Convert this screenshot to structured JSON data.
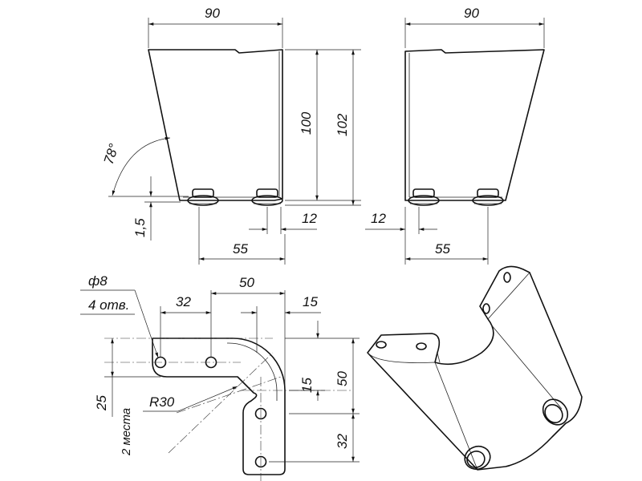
{
  "front_view": {
    "width": "90",
    "height_inner": "100",
    "height_outer": "102",
    "angle": "78°",
    "thickness": "1,5",
    "foot_offset": "12",
    "foot_spacing": "55"
  },
  "side_view": {
    "width": "90",
    "foot_offset": "12",
    "foot_spacing": "55"
  },
  "flat_pattern": {
    "hole_diameter": "ф8",
    "hole_count": "4 отв.",
    "length_top": "50",
    "hole_spacing_top": "32",
    "offset_top": "15",
    "height_right": "50",
    "offset_right": "15",
    "hole_spacing_right": "32",
    "flange_height": "25",
    "radius": "R30",
    "radius_count": "2 места"
  }
}
